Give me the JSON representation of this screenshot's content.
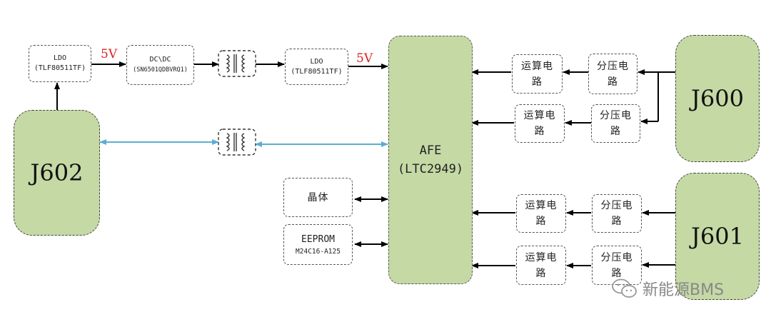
{
  "diagram": {
    "ldo1": {
      "name": "LDO",
      "part": "(TLF80511TF)"
    },
    "dcdc": {
      "name": "DC\\DC",
      "part": "(SN6501QDBVRQ1)"
    },
    "ldo2": {
      "name": "LDO",
      "part": "(TLF80511TF)"
    },
    "voltage_label": "5V",
    "afe": {
      "name": "AFE",
      "part": "(LTC2949)"
    },
    "crystal": "晶体",
    "eeprom": {
      "name": "EEPROM",
      "part": "M24C16-A125"
    },
    "opamp": {
      "line1": "运算电",
      "line2": "路"
    },
    "divider": {
      "line1": "分压电",
      "line2": "路"
    },
    "connectors": {
      "j602": "J602",
      "j600": "J600",
      "j601": "J601"
    },
    "colors": {
      "block_fill": "#c5d9a5",
      "voltage": "#e02020",
      "isolated_bus": "#5aaed2",
      "wire": "#000000"
    }
  },
  "watermark": "新能源BMS"
}
